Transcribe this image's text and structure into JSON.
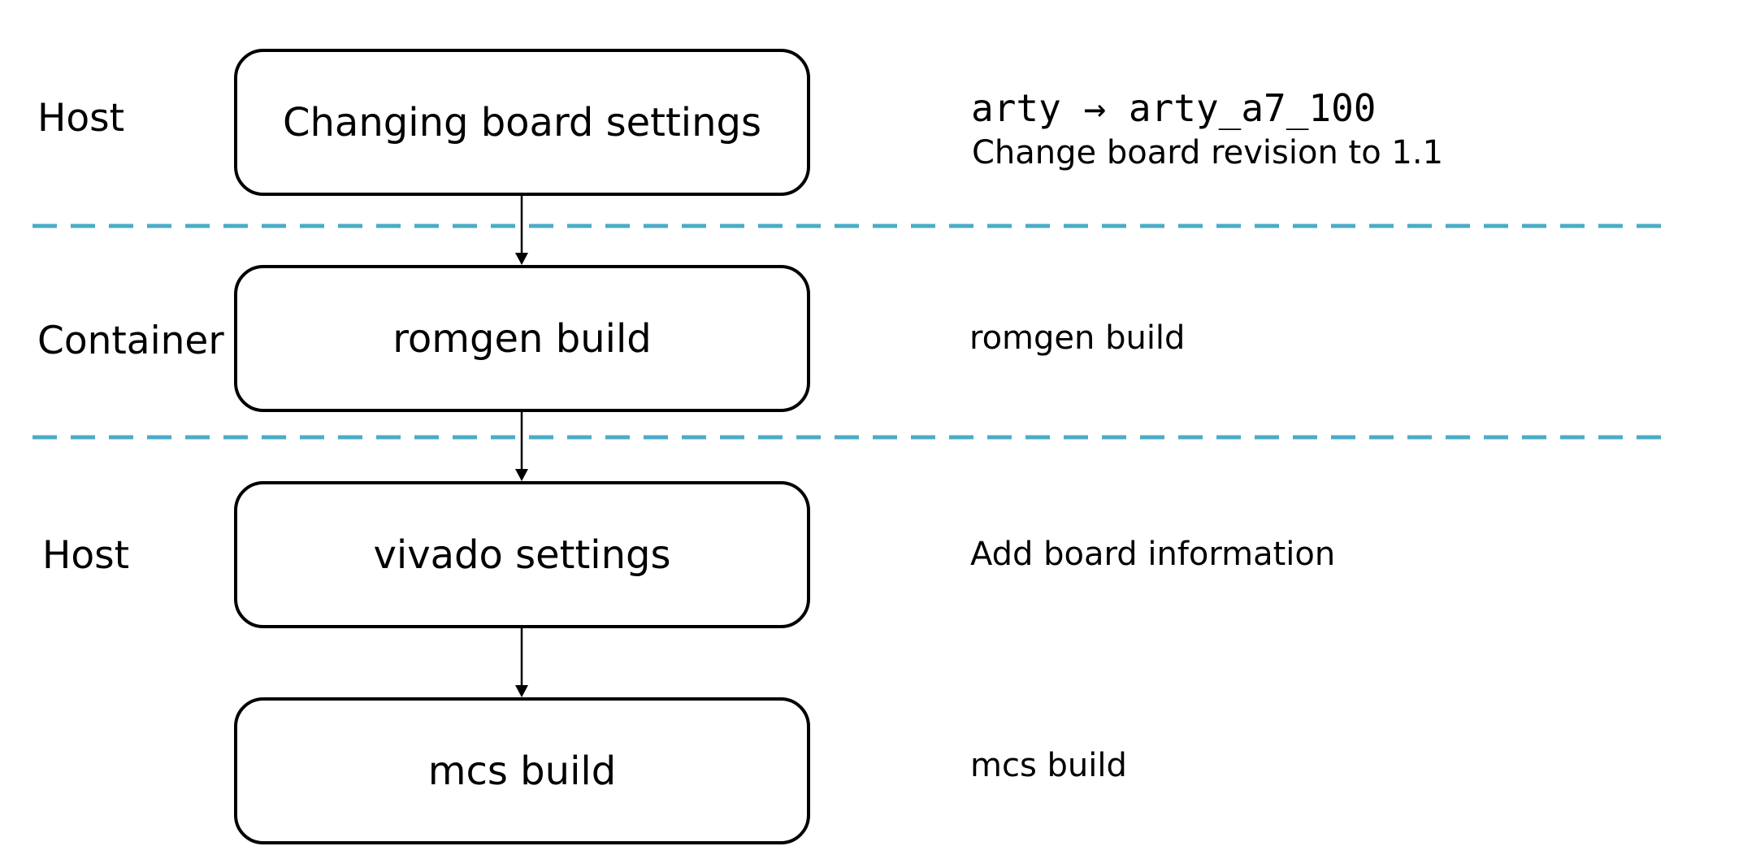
{
  "colors": {
    "divider": "#4BACC6",
    "box_border": "#000000",
    "text": "#000000",
    "background": "#FFFFFF"
  },
  "zones": [
    {
      "label": "Host"
    },
    {
      "label": "Container"
    },
    {
      "label": "Host"
    }
  ],
  "steps": [
    {
      "label": "Changing board settings"
    },
    {
      "label": "romgen build"
    },
    {
      "label": "vivado settings"
    },
    {
      "label": "mcs build"
    }
  ],
  "notes": {
    "board_rename": "arty → arty_a7_100",
    "revision": "Change board revision to 1.1",
    "romgen": "romgen build",
    "board_info": "Add board information",
    "mcs": "mcs build"
  }
}
